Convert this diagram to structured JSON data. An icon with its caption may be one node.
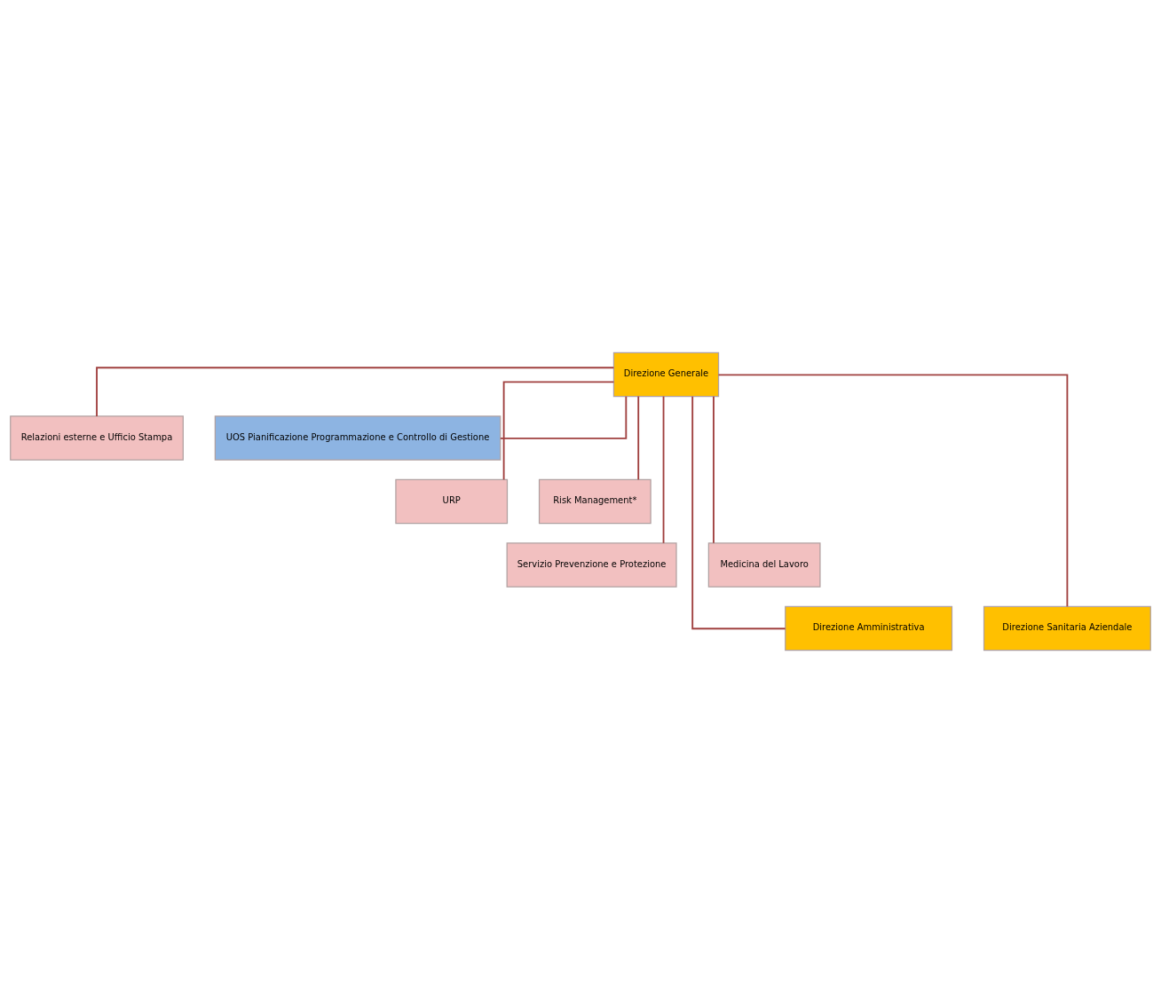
{
  "diagram": {
    "nodes": [
      {
        "text": [
          "Direzione Generale"
        ]
      },
      {
        "text": [
          "Relazioni esterne e Ufficio Stampa"
        ]
      },
      {
        "text": [
          "UOS Pianificazione Programmazione e Controllo di Gestione"
        ]
      },
      {
        "text": [
          "URP"
        ]
      },
      {
        "text": [
          "Risk Management*"
        ]
      },
      {
        "text": [
          "Servizio Prevenzione e Protezione"
        ]
      },
      {
        "text": [
          "Medicina del Lavoro"
        ]
      },
      {
        "text": [
          "Direzione Amministrativa"
        ]
      },
      {
        "text": [
          "Direzione Sanitaria Aziendale"
        ]
      }
    ],
    "edges": [
      {
        "from": 0,
        "to": 1,
        "arrow": "none"
      },
      {
        "from": 0,
        "to": 2,
        "arrow": "none"
      },
      {
        "from": 0,
        "to": 3,
        "arrow": "none"
      },
      {
        "from": 0,
        "to": 4,
        "arrow": "none"
      },
      {
        "from": 0,
        "to": 5,
        "arrow": "none"
      },
      {
        "from": 0,
        "to": 6,
        "arrow": "none"
      },
      {
        "from": 0,
        "to": 7,
        "arrow": "none"
      },
      {
        "from": 0,
        "to": 8,
        "arrow": "none"
      }
    ]
  }
}
